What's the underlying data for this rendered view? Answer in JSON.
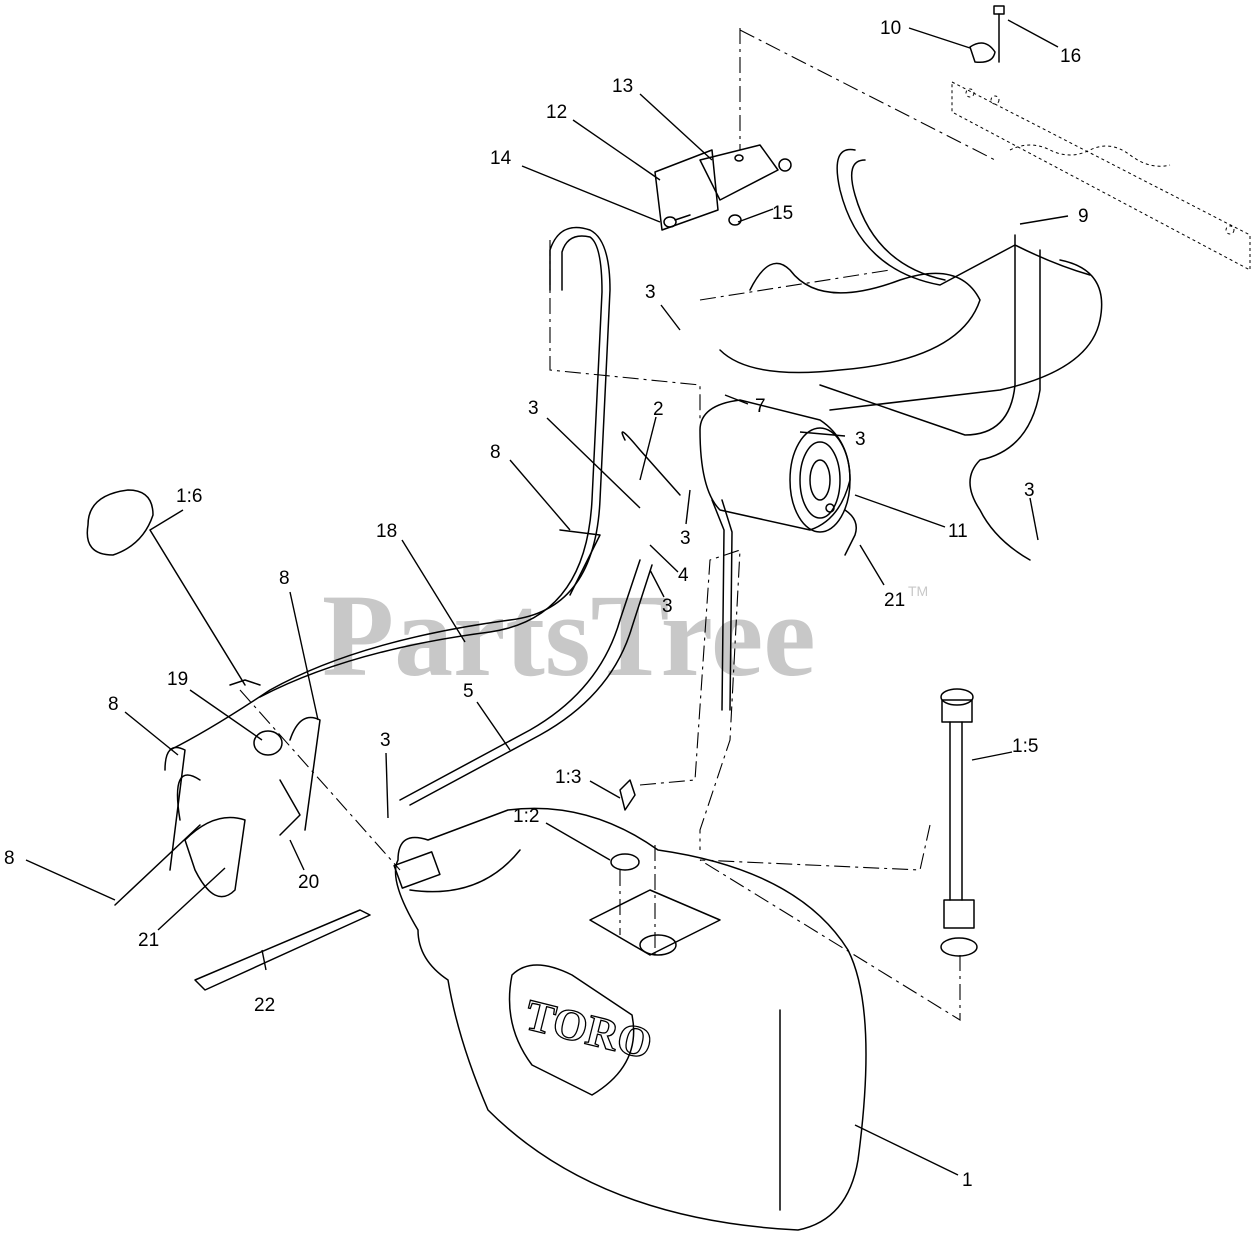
{
  "watermark": {
    "text": "PartsTree",
    "trademark": "TM"
  },
  "tank_logo": "TORO",
  "callouts": [
    {
      "id": "c10",
      "text": "10"
    },
    {
      "id": "c16",
      "text": "16"
    },
    {
      "id": "c13",
      "text": "13"
    },
    {
      "id": "c12",
      "text": "12"
    },
    {
      "id": "c14",
      "text": "14"
    },
    {
      "id": "c15",
      "text": "15"
    },
    {
      "id": "c9",
      "text": "9"
    },
    {
      "id": "c3a",
      "text": "3"
    },
    {
      "id": "c7",
      "text": "7"
    },
    {
      "id": "c3b",
      "text": "3"
    },
    {
      "id": "c2",
      "text": "2"
    },
    {
      "id": "c3c",
      "text": "3"
    },
    {
      "id": "c8a",
      "text": "8"
    },
    {
      "id": "c3d",
      "text": "3"
    },
    {
      "id": "c11",
      "text": "11"
    },
    {
      "id": "c3e",
      "text": "3"
    },
    {
      "id": "c16b",
      "text": "1:6"
    },
    {
      "id": "c18",
      "text": "18"
    },
    {
      "id": "c4",
      "text": "4"
    },
    {
      "id": "c3f",
      "text": "3"
    },
    {
      "id": "c21a",
      "text": "21"
    },
    {
      "id": "c8b",
      "text": "8"
    },
    {
      "id": "c19",
      "text": "19"
    },
    {
      "id": "c5",
      "text": "5"
    },
    {
      "id": "c8c",
      "text": "8"
    },
    {
      "id": "c15b",
      "text": "1:5"
    },
    {
      "id": "c3g",
      "text": "3"
    },
    {
      "id": "c13b",
      "text": "1:3"
    },
    {
      "id": "c12b",
      "text": "1:2"
    },
    {
      "id": "c8d",
      "text": "8"
    },
    {
      "id": "c20",
      "text": "20"
    },
    {
      "id": "c21b",
      "text": "21"
    },
    {
      "id": "c22",
      "text": "22"
    },
    {
      "id": "c1",
      "text": "1"
    }
  ]
}
